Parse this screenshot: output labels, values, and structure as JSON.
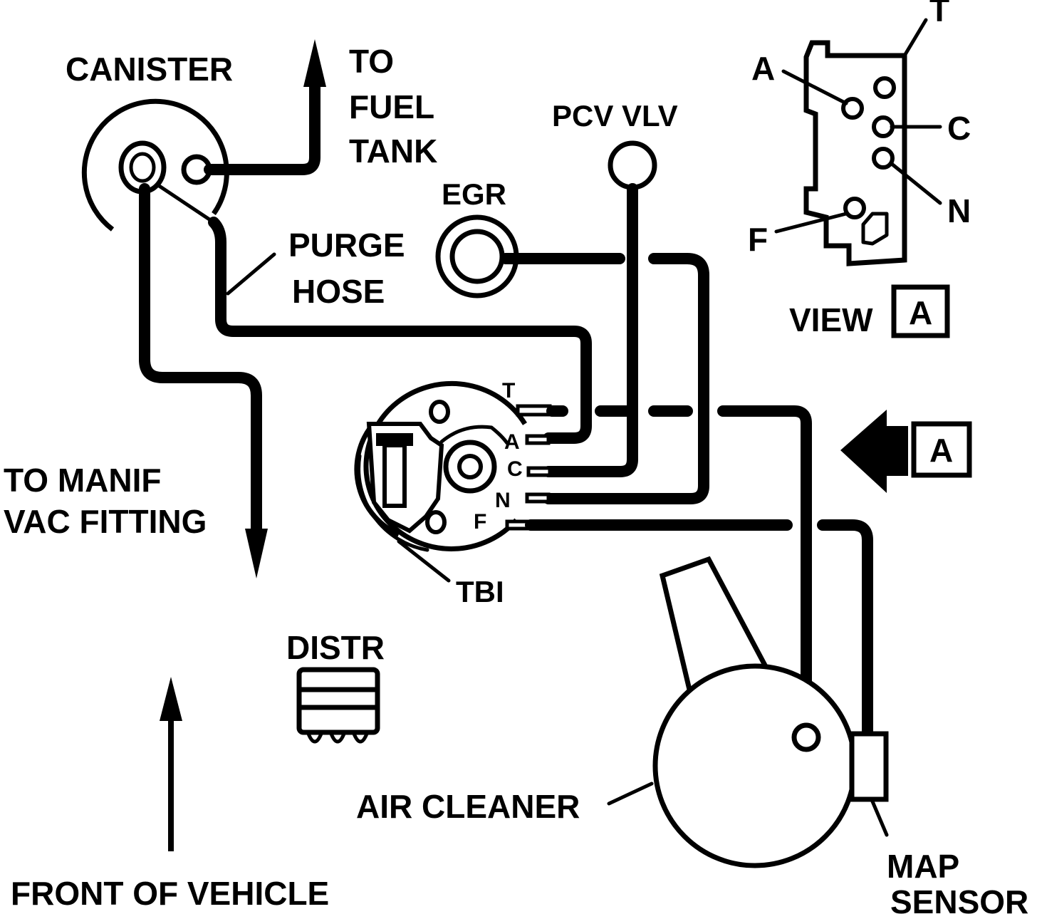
{
  "labels": {
    "canister": "CANISTER",
    "to_fuel_tank": [
      "TO",
      "FUEL",
      "TANK"
    ],
    "pcv_valve": "PCV VLV",
    "egr": "EGR",
    "purge_hose": [
      "PURGE",
      "HOSE"
    ],
    "to_manif_vac_fitting": [
      "TO MANIF",
      "VAC FITTING"
    ],
    "tbi": "TBI",
    "distr": "DISTR",
    "air_cleaner": "AIR CLEANER",
    "map_sensor": [
      "MAP",
      "SENSOR"
    ],
    "front_of_vehicle": "FRONT OF VEHICLE",
    "view_a": "VIEW",
    "view_a_box": "A",
    "arrow_a_box": "A"
  },
  "view_a_ports": [
    "T",
    "A",
    "C",
    "N",
    "F"
  ],
  "tbi_ports": [
    "T",
    "A",
    "C",
    "N",
    "F"
  ]
}
